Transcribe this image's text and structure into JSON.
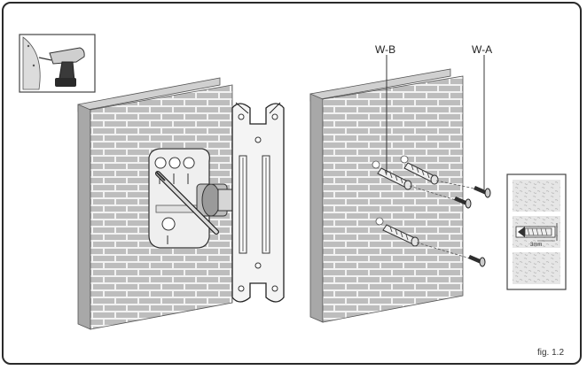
{
  "labels": {
    "wa": "W-A",
    "wb": "W-B",
    "figure": "fig. 1.2",
    "dimension": "3mm"
  },
  "colors": {
    "frame": "#2a2a2a",
    "wall_face": "#bdbdbd",
    "wall_top": "#cfcfcf",
    "wall_side": "#9a9a9a",
    "mortar": "#f2f2f2"
  },
  "icons": [
    "drill-icon",
    "anchor-icon",
    "screw-icon",
    "wrench-icon"
  ]
}
